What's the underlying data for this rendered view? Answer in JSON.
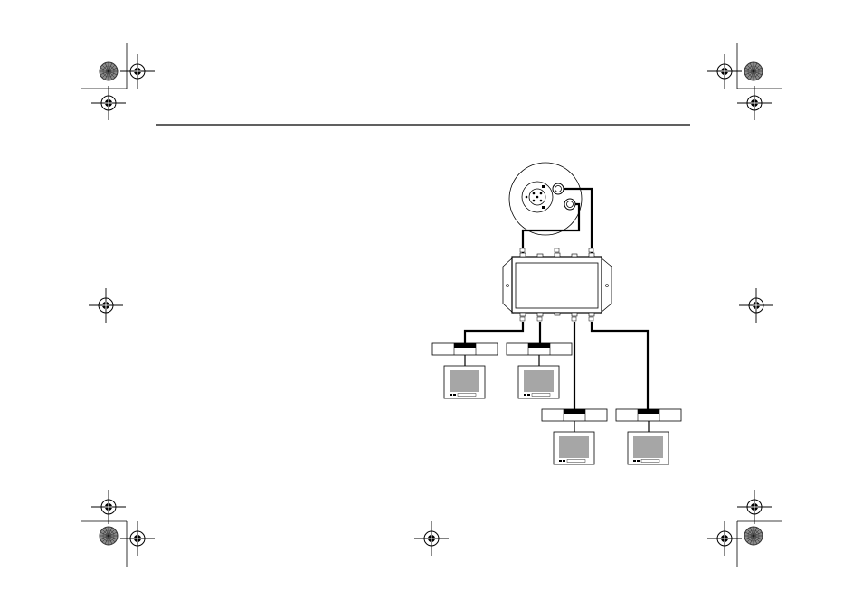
{
  "page": {
    "background": "#ffffff",
    "rule_color": "#000000"
  },
  "print_marks": {
    "crosshair_icon": "registration-crosshair-icon",
    "color_wheel_icon": "color-target-icon",
    "corners": [
      "top-left",
      "top-right",
      "bottom-left",
      "bottom-right"
    ],
    "edge_marks": [
      "left-middle",
      "right-middle",
      "bottom-center"
    ]
  },
  "diagram": {
    "type": "system-connection-diagram",
    "components": {
      "dome": {
        "icon": "camera-dome-icon",
        "outputs": 2
      },
      "distribution_box": {
        "icon": "junction-box-icon",
        "top_ports": 5,
        "bottom_ports": 5
      },
      "monitor_stations": {
        "icon": "monitor-display-icon",
        "count": 4
      }
    },
    "cable_color": "#000000",
    "screen_color": "#a6a6a6",
    "panel_color": "#ffffff"
  }
}
